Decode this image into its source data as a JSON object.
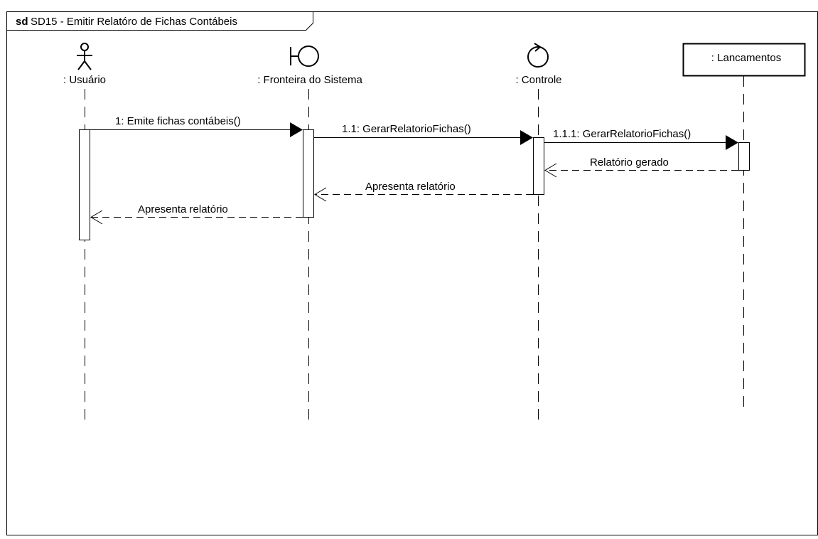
{
  "frame": {
    "keyword": "sd",
    "title": "SD15 - Emitir Relatóro de Fichas Contábeis"
  },
  "lifelines": [
    {
      "id": "usuario",
      "name": ": Usuário",
      "kind": "actor-icon"
    },
    {
      "id": "fronteira",
      "name": ": Fronteira do Sistema",
      "kind": "boundary-icon"
    },
    {
      "id": "controle",
      "name": ": Controle",
      "kind": "control-icon"
    },
    {
      "id": "lancamentos",
      "name": ": Lancamentos",
      "kind": "object-box"
    }
  ],
  "messages": [
    {
      "label": "1: Emite fichas contábeis()",
      "from": "usuario",
      "to": "fronteira",
      "style": "sync"
    },
    {
      "label": "1.1: GerarRelatorioFichas()",
      "from": "fronteira",
      "to": "controle",
      "style": "sync"
    },
    {
      "label": "1.1.1: GerarRelatorioFichas()",
      "from": "controle",
      "to": "lancamentos",
      "style": "sync"
    },
    {
      "label": "Relatório gerado",
      "from": "lancamentos",
      "to": "controle",
      "style": "return"
    },
    {
      "label": "Apresenta relatório",
      "from": "controle",
      "to": "fronteira",
      "style": "return"
    },
    {
      "label": "Apresenta relatório",
      "from": "fronteira",
      "to": "usuario",
      "style": "return"
    }
  ]
}
